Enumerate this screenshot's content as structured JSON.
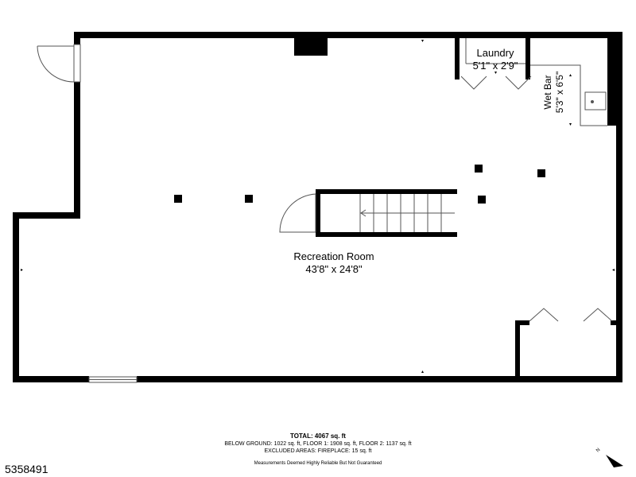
{
  "rooms": {
    "laundry": {
      "name": "Laundry",
      "dims": "5'1\" x 2'9\""
    },
    "wet_bar": {
      "name": "Wet Bar",
      "dims": "5'3\" x 6'5\""
    },
    "recreation": {
      "name": "Recreation Room",
      "dims": "43'8\" x 24'8\""
    }
  },
  "summary": {
    "total": "TOTAL: 4067 sq. ft",
    "breakdown": "BELOW GROUND: 1022 sq. ft, FLOOR 1: 1908 sq. ft, FLOOR 2: 1137 sq. ft",
    "excluded": "EXCLUDED AREAS: FIREPLACE: 15 sq. ft",
    "disclaimer": "Measurements Deemed Highly Reliable But Not Guaranteed"
  },
  "listing_id": "5358491",
  "compass_label": "N",
  "colors": {
    "wall": "#000000",
    "background": "#ffffff",
    "thin_line": "#555555"
  }
}
